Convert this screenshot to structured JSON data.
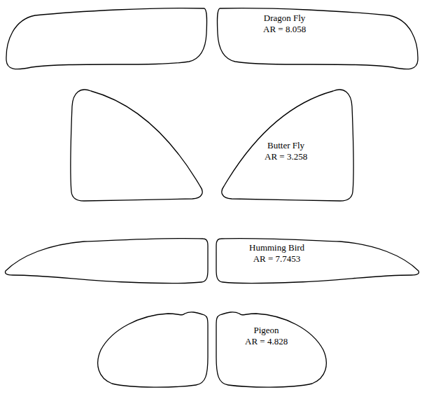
{
  "diagram": {
    "nodes": [
      {
        "text": [
          "Dragon Fly",
          "AR = 8.058"
        ]
      },
      {
        "text": [
          "Butter Fly",
          "AR = 3.258"
        ]
      },
      {
        "text": [
          "Humming Bird",
          "AR = 7.7453"
        ]
      },
      {
        "text": [
          "Pigeon",
          "AR = 4.828"
        ]
      }
    ]
  }
}
